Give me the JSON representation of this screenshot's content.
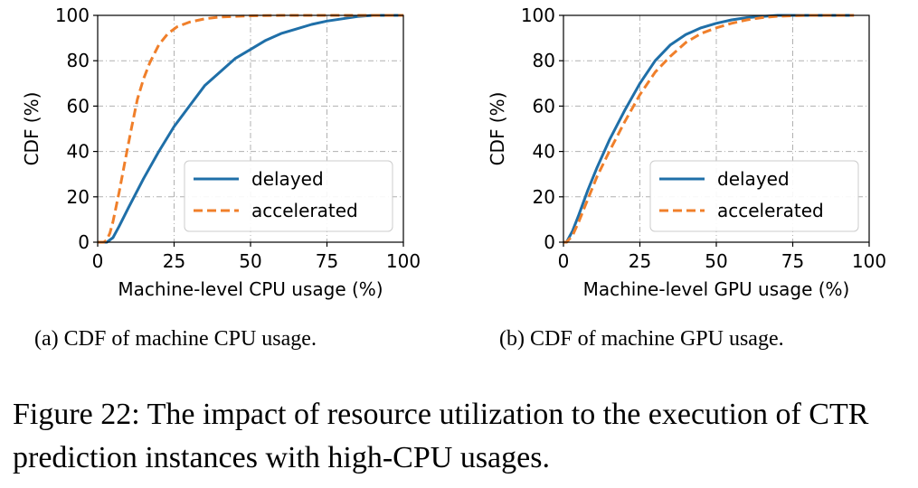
{
  "figure_caption": "Figure 22: The impact of resource utilization to the execution of CTR prediction instances with high-CPU usages.",
  "colors": {
    "delayed": "#1f6fa8",
    "accelerated": "#f07f2a"
  },
  "chart_data": [
    {
      "type": "line",
      "caption": "(a) CDF of machine CPU usage.",
      "xlabel": "Machine-level CPU usage (%)",
      "ylabel": "CDF (%)",
      "xlim": [
        0,
        100
      ],
      "ylim": [
        0,
        100
      ],
      "xticks": [
        "0",
        "25",
        "50",
        "75",
        "100"
      ],
      "yticks": [
        "0",
        "20",
        "40",
        "60",
        "80",
        "100"
      ],
      "grid": true,
      "legend_position": "lower-right",
      "series": [
        {
          "name": "delayed",
          "style": "solid",
          "x": [
            0,
            3,
            5,
            7,
            10,
            15,
            20,
            25,
            30,
            35,
            40,
            45,
            50,
            55,
            60,
            65,
            70,
            75,
            80,
            85,
            90,
            100
          ],
          "y": [
            0,
            0,
            2,
            7,
            15,
            28,
            40,
            51,
            60,
            69,
            75,
            81,
            85,
            89,
            92,
            94,
            96,
            97.5,
            98.5,
            99.5,
            100,
            100
          ]
        },
        {
          "name": "accelerated",
          "style": "dashed",
          "x": [
            0,
            2,
            3,
            4,
            5,
            7,
            9,
            11,
            13,
            15,
            17,
            20,
            23,
            26,
            30,
            35,
            40,
            50,
            60,
            100
          ],
          "y": [
            0,
            0,
            1,
            4,
            9,
            22,
            36,
            50,
            63,
            72,
            79,
            87,
            92,
            95,
            97,
            98.5,
            99.3,
            99.8,
            100,
            100
          ]
        }
      ]
    },
    {
      "type": "line",
      "caption": "(b) CDF of machine GPU usage.",
      "xlabel": "Machine-level GPU usage (%)",
      "ylabel": "CDF (%)",
      "xlim": [
        0,
        100
      ],
      "ylim": [
        0,
        100
      ],
      "xticks": [
        "0",
        "25",
        "50",
        "75",
        "100"
      ],
      "yticks": [
        "0",
        "20",
        "40",
        "60",
        "80",
        "100"
      ],
      "grid": true,
      "legend_position": "lower-right",
      "series": [
        {
          "name": "delayed",
          "style": "solid",
          "x": [
            0,
            1,
            3,
            5,
            8,
            11,
            15,
            20,
            25,
            30,
            35,
            40,
            45,
            50,
            55,
            60,
            65,
            70,
            80,
            95
          ],
          "y": [
            0,
            0,
            5,
            12,
            23,
            33,
            45,
            58,
            70,
            80,
            87,
            91.5,
            94.5,
            96.5,
            98,
            99,
            99.5,
            100,
            100,
            100
          ]
        },
        {
          "name": "accelerated",
          "style": "dashed",
          "x": [
            0,
            1,
            3,
            5,
            8,
            11,
            15,
            20,
            25,
            30,
            35,
            40,
            45,
            50,
            55,
            60,
            65,
            70,
            80,
            95
          ],
          "y": [
            0,
            0,
            3,
            9,
            19,
            29,
            40,
            53,
            65,
            75,
            82,
            88,
            92,
            94.5,
            96.5,
            98,
            99,
            99.6,
            100,
            100
          ]
        }
      ]
    }
  ]
}
